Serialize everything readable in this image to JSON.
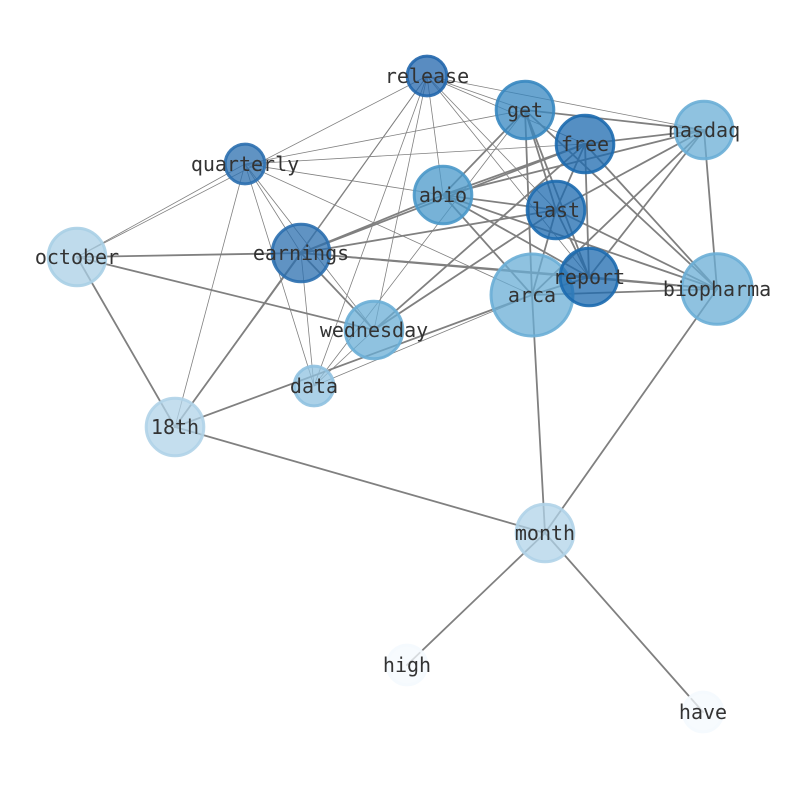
{
  "diagram": {
    "type": "network-graph",
    "nodes": [
      {
        "id": "release",
        "label": "release",
        "color": "#2166ac",
        "size": 0.31
      },
      {
        "id": "get",
        "label": "get",
        "color": "#3787c0",
        "size": 0.45
      },
      {
        "id": "free",
        "label": "free",
        "color": "#1c6aaf",
        "size": 0.45
      },
      {
        "id": "nasdaq",
        "label": "nasdaq",
        "color": "#6aaed6",
        "size": 0.45
      },
      {
        "id": "quarterly",
        "label": "quarterly",
        "color": "#2b6faf",
        "size": 0.31
      },
      {
        "id": "abio",
        "label": "abio",
        "color": "#4a98c9",
        "size": 0.45
      },
      {
        "id": "last",
        "label": "last",
        "color": "#1c6aaf",
        "size": 0.45
      },
      {
        "id": "october",
        "label": "october",
        "color": "#a9cfe5",
        "size": 0.45
      },
      {
        "id": "earnings",
        "label": "earnings",
        "color": "#2b6faf",
        "size": 0.45
      },
      {
        "id": "arca",
        "label": "arca",
        "color": "#6aaed6",
        "size": 0.64
      },
      {
        "id": "report",
        "label": "report",
        "color": "#1c6aaf",
        "size": 0.45
      },
      {
        "id": "biopharma",
        "label": "biopharma",
        "color": "#6aaed6",
        "size": 0.55
      },
      {
        "id": "wednesday",
        "label": "wednesday",
        "color": "#6aaed6",
        "size": 0.45
      },
      {
        "id": "data",
        "label": "data",
        "color": "#8fc1e0",
        "size": 0.31
      },
      {
        "id": "18th",
        "label": "18th",
        "color": "#b0d3e8",
        "size": 0.45
      },
      {
        "id": "month",
        "label": "month",
        "color": "#b0d3e8",
        "size": 0.45
      },
      {
        "id": "high",
        "label": "high",
        "color": "#f4f9fe",
        "size": 0.31
      },
      {
        "id": "have",
        "label": "have",
        "color": "#f4f9fe",
        "size": 0.31
      }
    ],
    "edges": [
      {
        "source": "month",
        "target": "high",
        "weight": 2
      },
      {
        "source": "month",
        "target": "have",
        "weight": 2
      },
      {
        "source": "month",
        "target": "18th",
        "weight": 2
      },
      {
        "source": "month",
        "target": "arca",
        "weight": 2
      },
      {
        "source": "month",
        "target": "biopharma",
        "weight": 2
      },
      {
        "source": "october",
        "target": "18th",
        "weight": 2
      },
      {
        "source": "october",
        "target": "earnings",
        "weight": 2
      },
      {
        "source": "october",
        "target": "wednesday",
        "weight": 2
      },
      {
        "source": "october",
        "target": "release",
        "weight": 1
      },
      {
        "source": "october",
        "target": "quarterly",
        "weight": 1
      },
      {
        "source": "18th",
        "target": "earnings",
        "weight": 2
      },
      {
        "source": "18th",
        "target": "arca",
        "weight": 2
      },
      {
        "source": "18th",
        "target": "quarterly",
        "weight": 1
      },
      {
        "source": "18th",
        "target": "release",
        "weight": 1
      },
      {
        "source": "release",
        "target": "get",
        "weight": 1
      },
      {
        "source": "release",
        "target": "free",
        "weight": 1
      },
      {
        "source": "release",
        "target": "nasdaq",
        "weight": 1
      },
      {
        "source": "release",
        "target": "last",
        "weight": 1
      },
      {
        "source": "release",
        "target": "abio",
        "weight": 1
      },
      {
        "source": "release",
        "target": "report",
        "weight": 1
      },
      {
        "source": "release",
        "target": "earnings",
        "weight": 1
      },
      {
        "source": "release",
        "target": "wednesday",
        "weight": 1
      },
      {
        "source": "release",
        "target": "data",
        "weight": 1
      },
      {
        "source": "quarterly",
        "target": "get",
        "weight": 1
      },
      {
        "source": "quarterly",
        "target": "free",
        "weight": 1
      },
      {
        "source": "quarterly",
        "target": "abio",
        "weight": 1
      },
      {
        "source": "quarterly",
        "target": "arca",
        "weight": 1
      },
      {
        "source": "quarterly",
        "target": "earnings",
        "weight": 1
      },
      {
        "source": "quarterly",
        "target": "wednesday",
        "weight": 1
      },
      {
        "source": "quarterly",
        "target": "data",
        "weight": 1
      },
      {
        "source": "get",
        "target": "nasdaq",
        "weight": 2
      },
      {
        "source": "get",
        "target": "last",
        "weight": 2
      },
      {
        "source": "get",
        "target": "report",
        "weight": 2
      },
      {
        "source": "get",
        "target": "biopharma",
        "weight": 2
      },
      {
        "source": "get",
        "target": "abio",
        "weight": 2
      },
      {
        "source": "get",
        "target": "arca",
        "weight": 2
      },
      {
        "source": "get",
        "target": "data",
        "weight": 1
      },
      {
        "source": "free",
        "target": "nasdaq",
        "weight": 2
      },
      {
        "source": "free",
        "target": "biopharma",
        "weight": 2
      },
      {
        "source": "free",
        "target": "report",
        "weight": 2
      },
      {
        "source": "free",
        "target": "earnings",
        "weight": 2
      },
      {
        "source": "free",
        "target": "wednesday",
        "weight": 2
      },
      {
        "source": "free",
        "target": "abio",
        "weight": 2
      },
      {
        "source": "free",
        "target": "last",
        "weight": 2
      },
      {
        "source": "nasdaq",
        "target": "abio",
        "weight": 2
      },
      {
        "source": "nasdaq",
        "target": "last",
        "weight": 2
      },
      {
        "source": "nasdaq",
        "target": "biopharma",
        "weight": 2
      },
      {
        "source": "nasdaq",
        "target": "arca",
        "weight": 2
      },
      {
        "source": "nasdaq",
        "target": "report",
        "weight": 2
      },
      {
        "source": "abio",
        "target": "last",
        "weight": 2
      },
      {
        "source": "abio",
        "target": "report",
        "weight": 2
      },
      {
        "source": "abio",
        "target": "biopharma",
        "weight": 2
      },
      {
        "source": "abio",
        "target": "arca",
        "weight": 2
      },
      {
        "source": "abio",
        "target": "earnings",
        "weight": 2
      },
      {
        "source": "last",
        "target": "report",
        "weight": 2
      },
      {
        "source": "last",
        "target": "biopharma",
        "weight": 2
      },
      {
        "source": "last",
        "target": "arca",
        "weight": 2
      },
      {
        "source": "last",
        "target": "earnings",
        "weight": 2
      },
      {
        "source": "last",
        "target": "wednesday",
        "weight": 2
      },
      {
        "source": "earnings",
        "target": "report",
        "weight": 2
      },
      {
        "source": "earnings",
        "target": "biopharma",
        "weight": 2
      },
      {
        "source": "earnings",
        "target": "wednesday",
        "weight": 2
      },
      {
        "source": "earnings",
        "target": "data",
        "weight": 1
      },
      {
        "source": "arca",
        "target": "report",
        "weight": 2
      },
      {
        "source": "arca",
        "target": "biopharma",
        "weight": 2
      },
      {
        "source": "report",
        "target": "biopharma",
        "weight": 2
      },
      {
        "source": "wednesday",
        "target": "data",
        "weight": 1
      },
      {
        "source": "arca",
        "target": "data",
        "weight": 1
      }
    ]
  }
}
